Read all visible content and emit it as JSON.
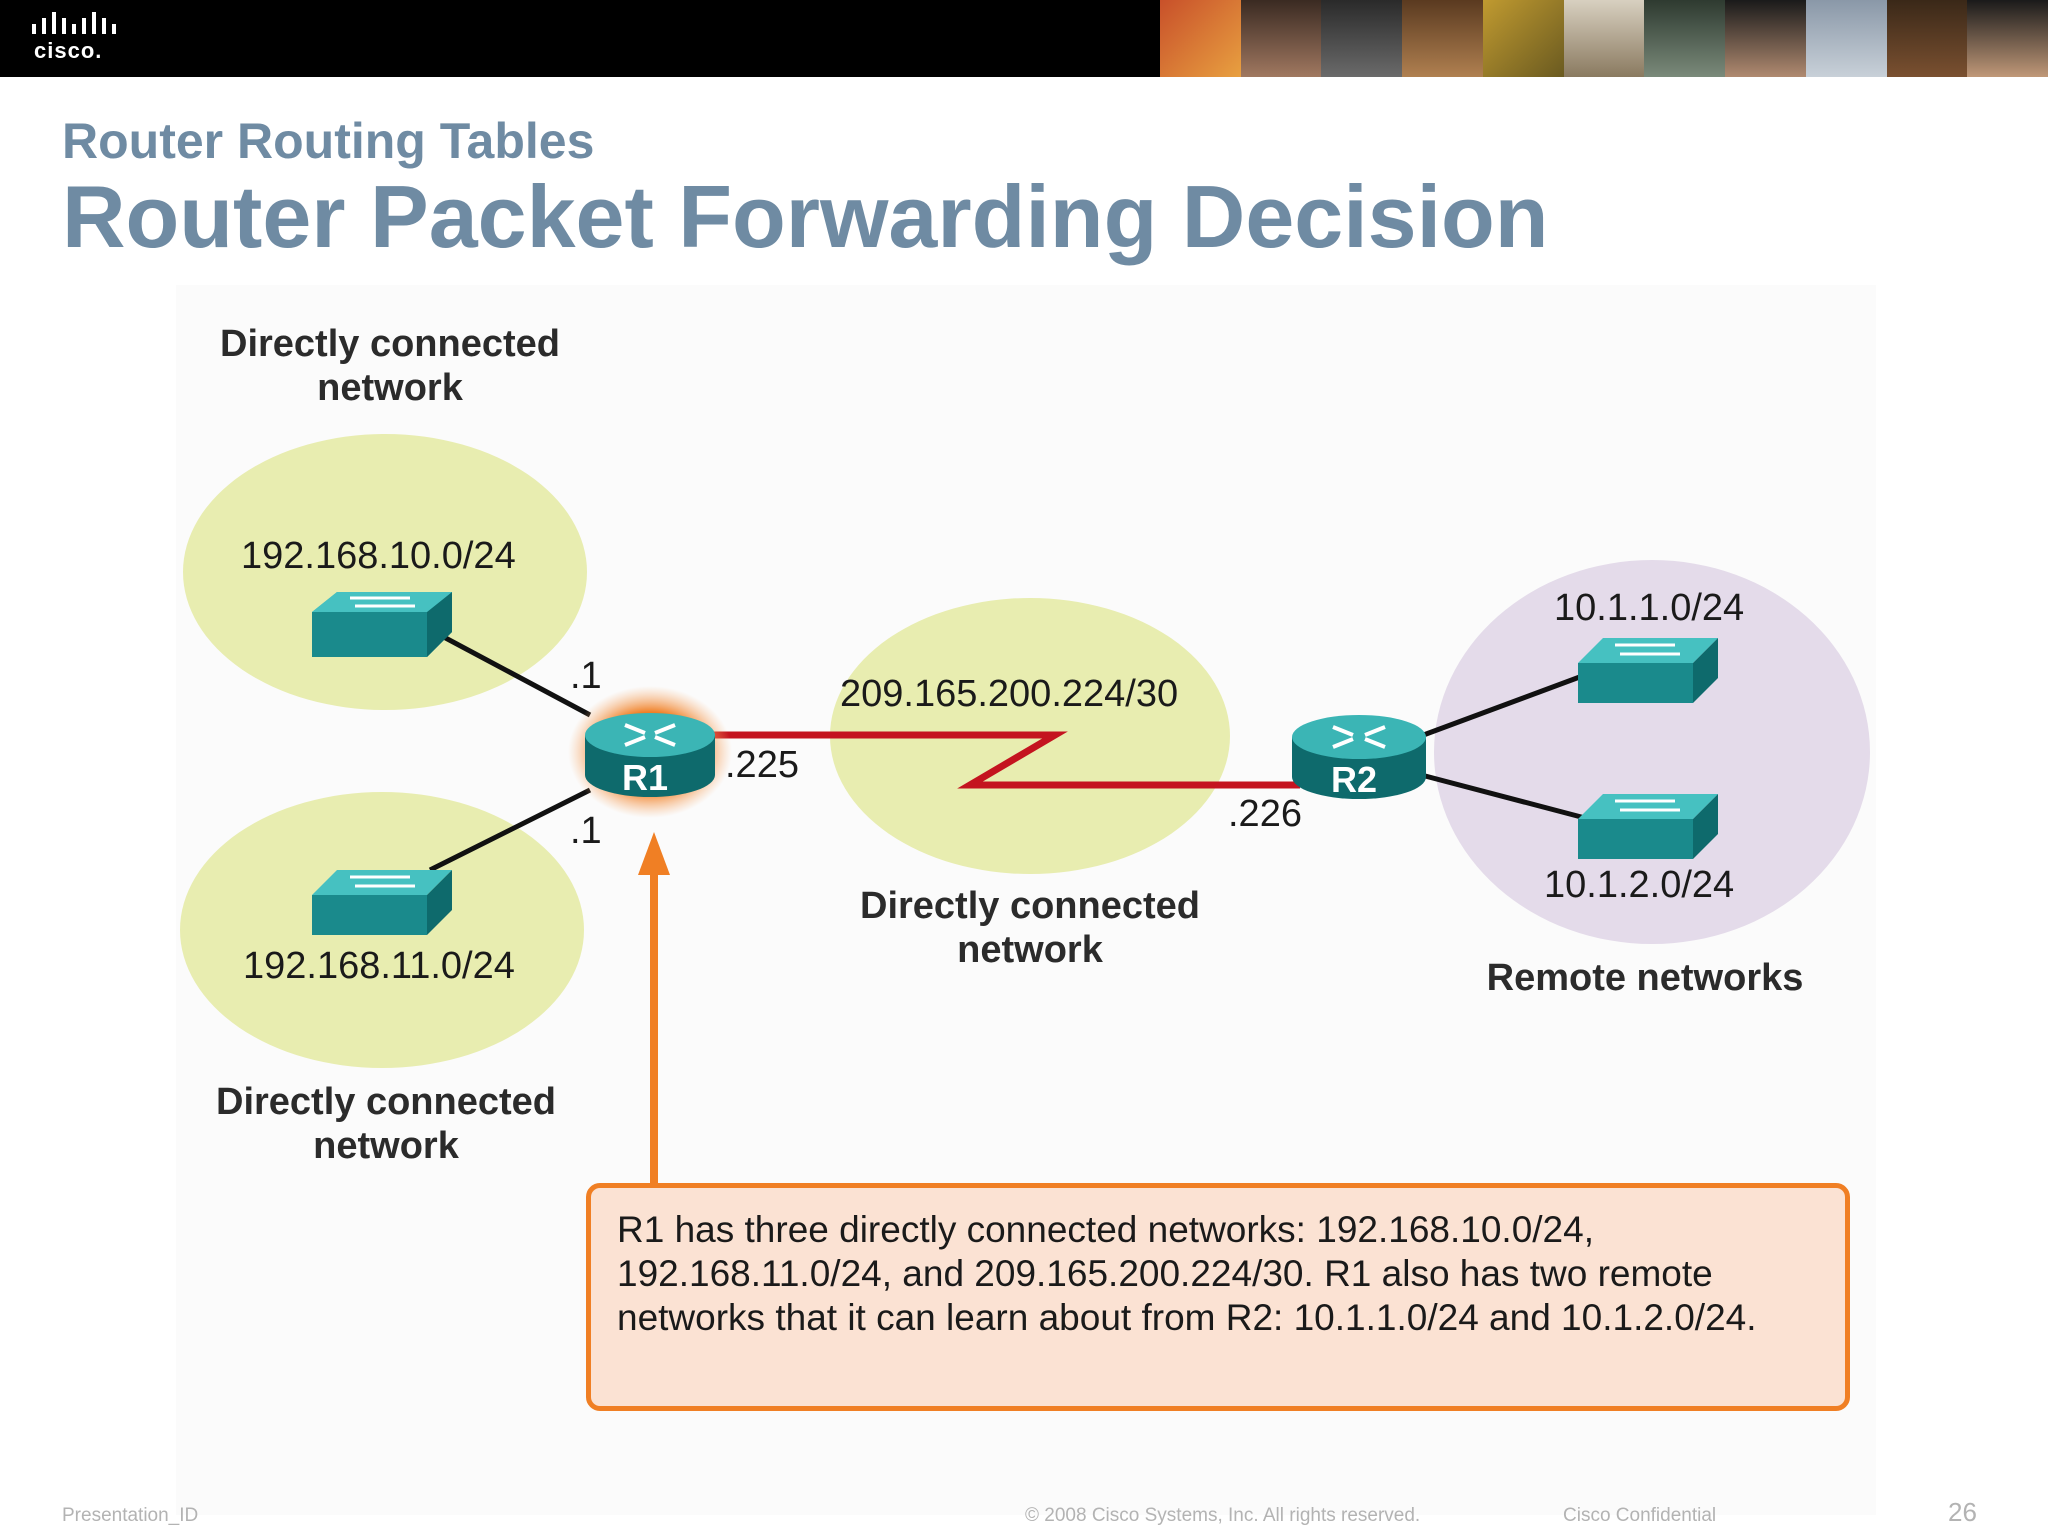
{
  "header": {
    "logo_text": "cisco.",
    "subtitle": "Router Routing Tables",
    "title": "Router Packet Forwarding Decision"
  },
  "diagram": {
    "labels": {
      "top_left": "Directly connected network",
      "bottom_left": "Directly connected network",
      "middle": "Directly connected network",
      "remote": "Remote networks"
    },
    "networks": {
      "net1": "192.168.10.0/24",
      "net2": "192.168.11.0/24",
      "wan": "209.165.200.224/30",
      "remote1": "10.1.1.0/24",
      "remote2": "10.1.2.0/24"
    },
    "routers": {
      "r1": "R1",
      "r2": "R2"
    },
    "interfaces": {
      "r1_top": ".1",
      "r1_bottom": ".1",
      "r1_wan": ".225",
      "r2_wan": ".226"
    },
    "callout": "R1 has three directly connected networks: 192.168.10.0/24, 192.168.11.0/24, and 209.165.200.224/30. R1 also has two remote networks that it can learn about from R2: 10.1.1.0/24 and 10.1.2.0/24."
  },
  "colors": {
    "title": "#6f8ba3",
    "direct_network": "#e8edb0",
    "remote_network": "#e4dbea",
    "link_serial": "#c4141f",
    "highlight": "#f07f24",
    "device": "#1a8a8c"
  },
  "footer": {
    "presentation_id": "Presentation_ID",
    "copyright": "© 2008 Cisco Systems, Inc. All rights reserved.",
    "confidential": "Cisco Confidential",
    "page": "26"
  }
}
